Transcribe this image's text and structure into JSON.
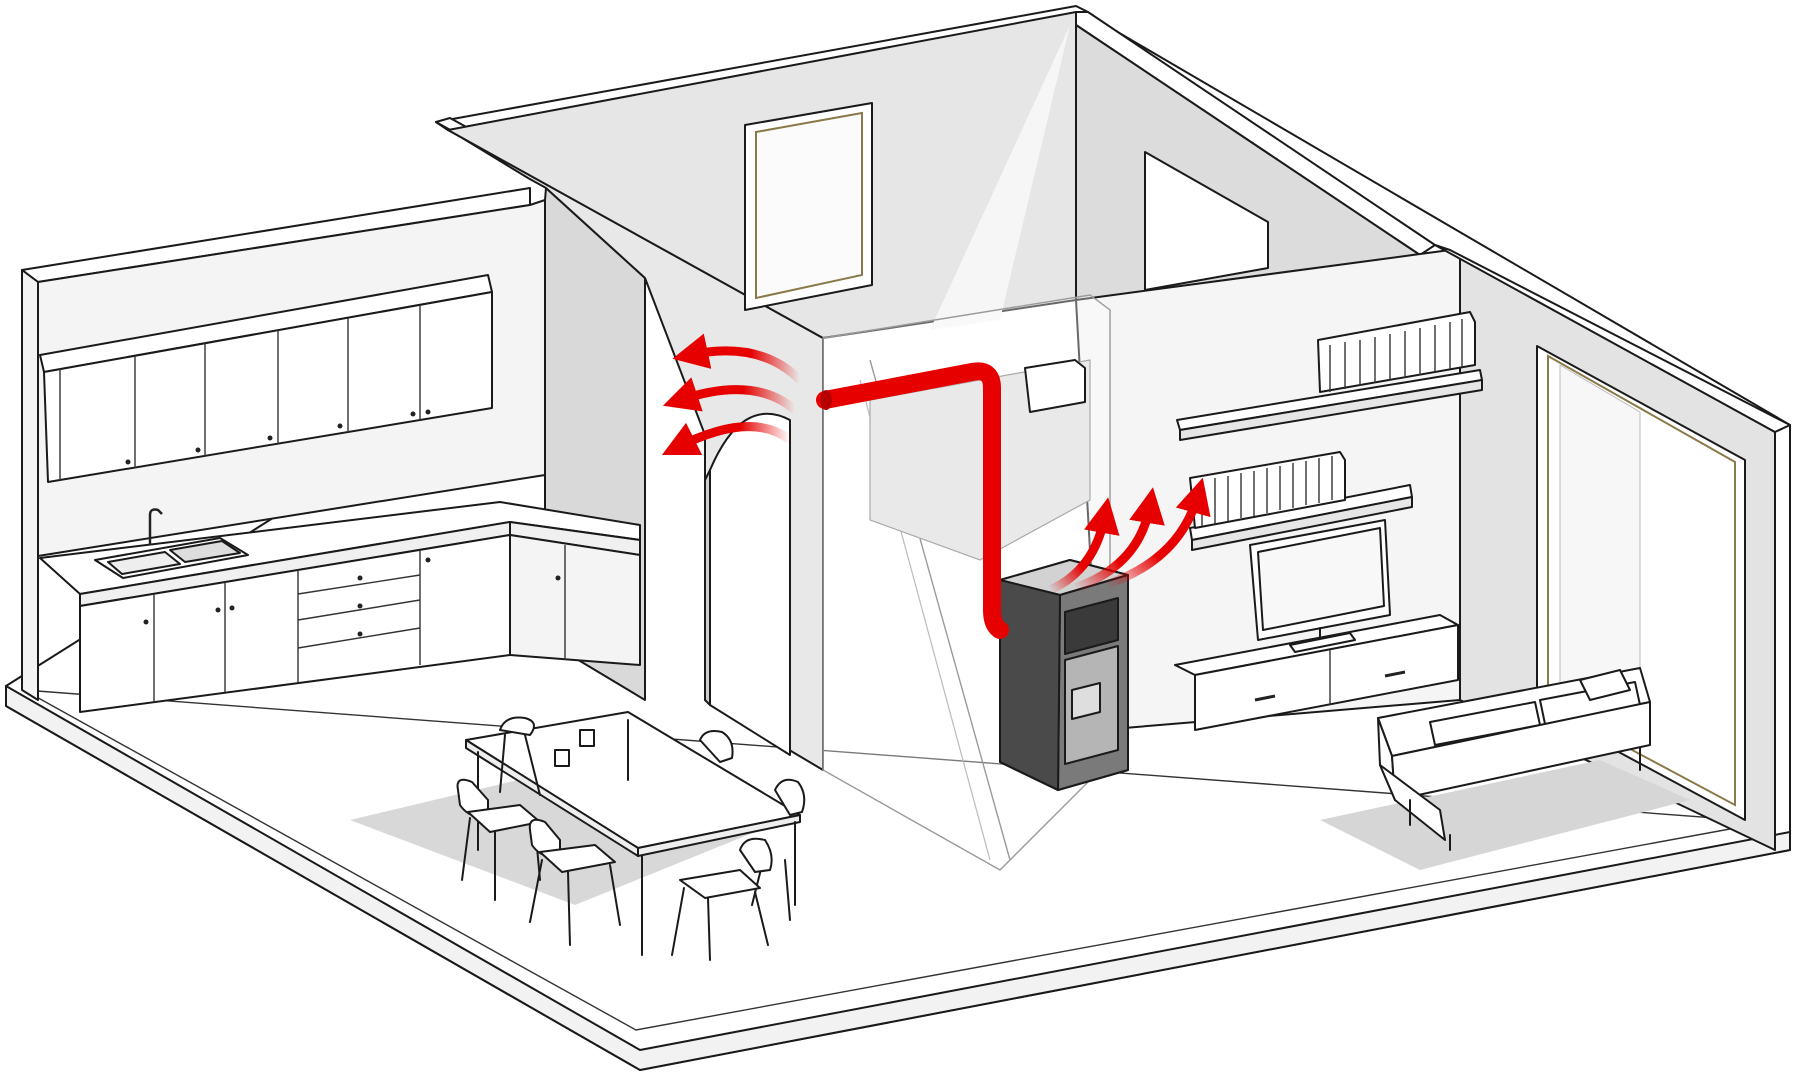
{
  "colors": {
    "background": "#ffffff",
    "wall_top": "#ffffff",
    "wall_face": "#e4e4e4",
    "shadow": "#d2d2d2",
    "floor": "#ffffff",
    "stove_body": "#6e6e6e",
    "stove_trim": "#3a3a3a",
    "stove_glass": "#b5b5b5",
    "heat_flow": "#e60000",
    "line": "#1a1a1a"
  },
  "icons": {
    "heat_flow": "curved-arrow",
    "duct": "pipe",
    "stove": "pellet-stove"
  }
}
